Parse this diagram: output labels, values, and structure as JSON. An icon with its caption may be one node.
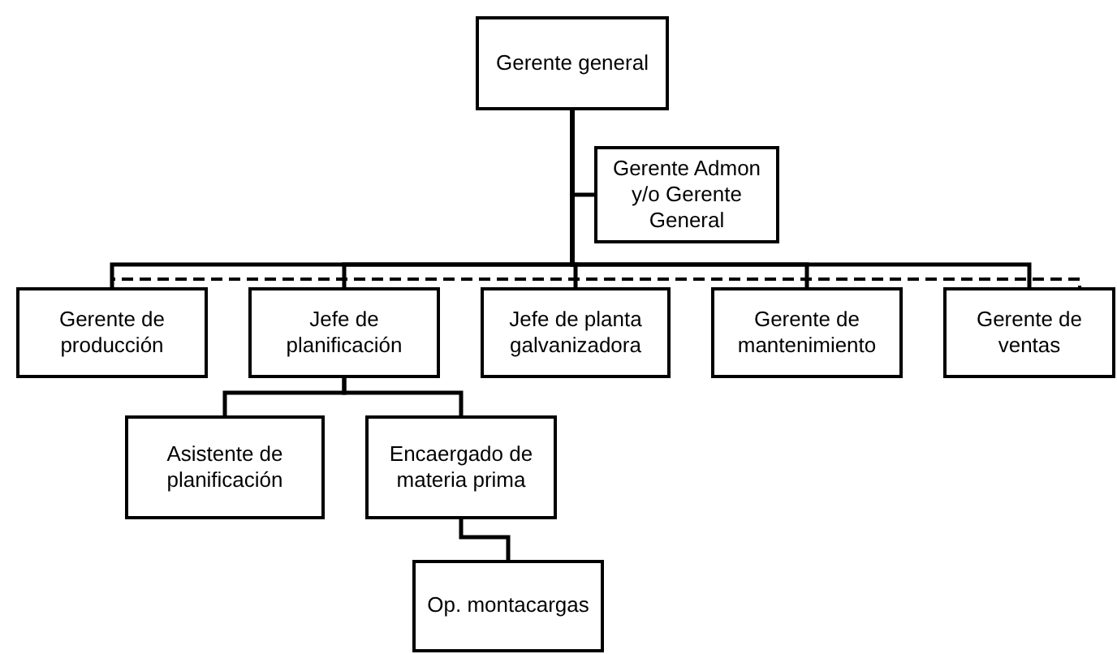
{
  "diagram": {
    "nodes": [
      {
        "text": [
          "Gerente general"
        ]
      },
      {
        "text": [
          "Gerente Admon y/o Gerente General"
        ]
      },
      {
        "text": [
          "Gerente de producción"
        ]
      },
      {
        "text": [
          "Jefe de planificación"
        ]
      },
      {
        "text": [
          "Jefe de planta galvanizadora"
        ]
      },
      {
        "text": [
          "Gerente de mantenimiento"
        ]
      },
      {
        "text": [
          "Gerente de ventas"
        ]
      },
      {
        "text": [
          "Asistente de planificación"
        ]
      },
      {
        "text": [
          "Encaergado de materia prima"
        ]
      },
      {
        "text": [
          "Op. montacargas"
        ]
      }
    ],
    "edges": [
      {
        "from": 0,
        "to": 1,
        "arrow": "none"
      },
      {
        "from": 0,
        "to": 2,
        "arrow": "none"
      },
      {
        "from": 0,
        "to": 3,
        "arrow": "none"
      },
      {
        "from": 0,
        "to": 4,
        "arrow": "none"
      },
      {
        "from": 0,
        "to": 5,
        "arrow": "none"
      },
      {
        "from": 0,
        "to": 6,
        "arrow": "none"
      },
      {
        "from": 2,
        "to": 6,
        "arrow": "none",
        "style": "dashed"
      },
      {
        "from": 3,
        "to": 7,
        "arrow": "none"
      },
      {
        "from": 3,
        "to": 8,
        "arrow": "none"
      },
      {
        "from": 8,
        "to": 9,
        "arrow": "none"
      }
    ]
  }
}
